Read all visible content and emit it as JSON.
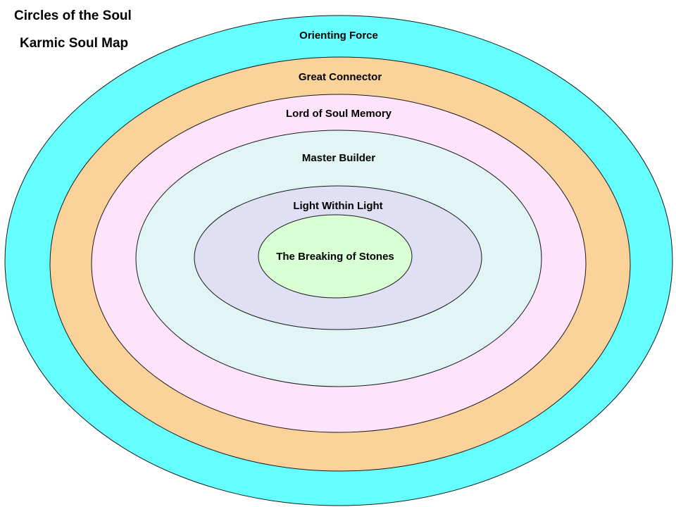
{
  "title": "Circles of the Soul",
  "subtitle": "Karmic Soul Map",
  "rings": [
    {
      "label": "Orienting Force",
      "color": "#66FFFF"
    },
    {
      "label": "Great Connector",
      "color": "#FAD29A"
    },
    {
      "label": "Lord of Soul Memory",
      "color": "#FFE3FB"
    },
    {
      "label": "Master Builder",
      "color": "#E1F6F4"
    },
    {
      "label": "Light Within Light",
      "color": "#DFE0F4"
    },
    {
      "label": "The Breaking of Stones",
      "color": "#D9FFD4"
    }
  ],
  "outline_color": "#1a1a1a"
}
